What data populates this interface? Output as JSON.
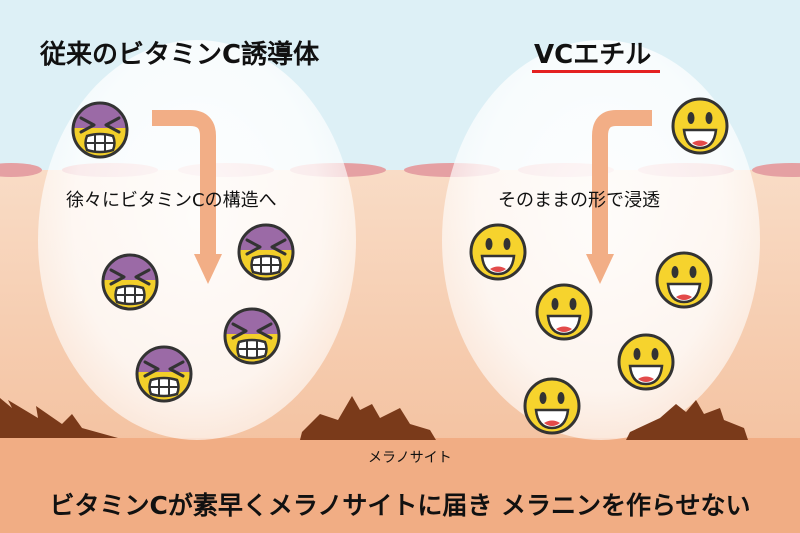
{
  "left_panel": {
    "title": "従来のビタミンC誘導体",
    "caption": "徐々にビタミンCの構造へ",
    "face_icon": "grimacing-purple-face-icon"
  },
  "right_panel": {
    "title": "VCエチル",
    "caption": "そのままの形で浸透",
    "face_icon": "smiling-face-icon",
    "underline_color": "#e42121"
  },
  "melano_label": "メラノサイト",
  "bottom_text": "ビタミンCが素早くメラノサイトに届き メラニンを作らせない",
  "colors": {
    "sky": "#ddf0f6",
    "skin": "#f4c3a2",
    "base": "#f1ad84",
    "arrow": "#f2ae86",
    "melanocyte": "#7a3a1a",
    "face_yellow": "#f2cf2a",
    "face_purple": "#9b6aa6"
  }
}
